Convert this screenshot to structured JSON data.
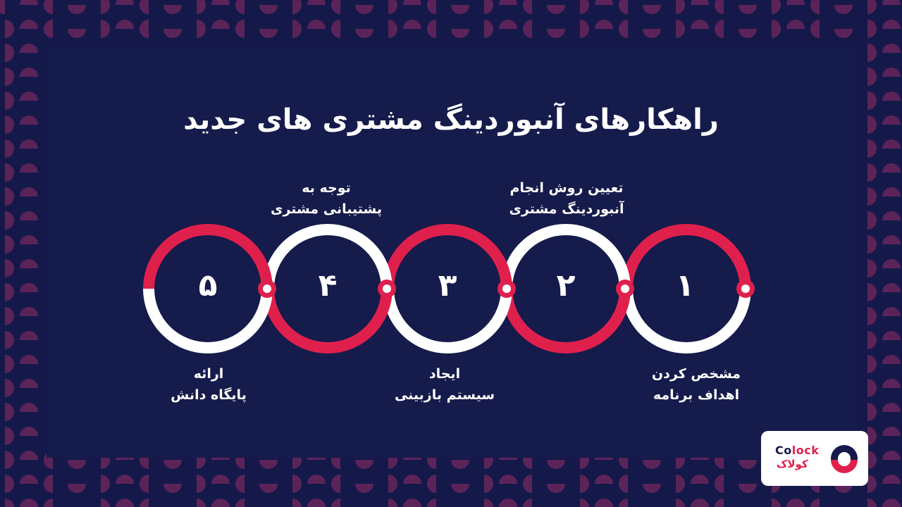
{
  "title": "راهکارهای آنبوردینگ مشتری های جدید",
  "colors": {
    "background": "#15194a",
    "pattern": "#5b2458",
    "accent": "#e0204c",
    "ring_white": "#ffffff",
    "text": "#ffffff"
  },
  "steps": [
    {
      "number": "۱",
      "line1": "مشخص کردن",
      "line2": "اهداف برنامه",
      "ring_color": "accent"
    },
    {
      "number": "۲",
      "line1": "تعیین روش انجام",
      "line2": "آنبوردینگ مشتری",
      "ring_color": "accent"
    },
    {
      "number": "۳",
      "line1": "ایجاد",
      "line2": "سیستم بازبینی",
      "ring_color": "accent"
    },
    {
      "number": "۴",
      "line1": "توجه به",
      "line2": "پشتیبانی مشتری",
      "ring_color": "accent"
    },
    {
      "number": "۵",
      "line1": "ارائه",
      "line2": "پایگاه دانش",
      "ring_color": "accent"
    }
  ],
  "logo": {
    "name_en_part1": "Co",
    "name_en_part2": "lock",
    "name_fa": "کولاک",
    "icon": "colock-logo-icon"
  }
}
